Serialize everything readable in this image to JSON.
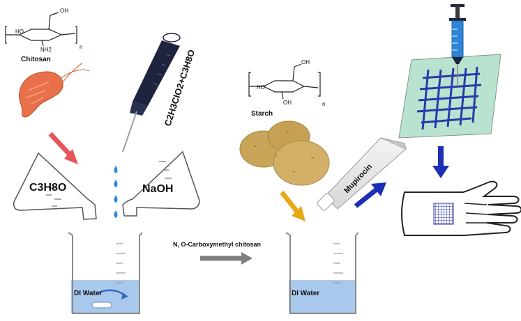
{
  "labels": {
    "chitosan": "Chitosan",
    "starch": "Starch",
    "flask_left": "C3H8O",
    "flask_right": "NaOH",
    "pipette_reagent": "C2H3ClO2+C3H8O",
    "arrow_product": "N, O-Carboxymethyl chitosan",
    "beaker_left": "DI Water",
    "beaker_right": "DI Water",
    "tube": "Mupirocin",
    "chitosan_ring_oh": "OH",
    "chitosan_ring_ho": "HO",
    "chitosan_ring_nh2": "NH2",
    "chitosan_ring_n": "n",
    "starch_ring_oh_top": "OH",
    "starch_ring_ho": "HO",
    "starch_ring_oh_bottom": "OH",
    "starch_ring_n": "n"
  },
  "colors": {
    "red_arrow": "#e8555a",
    "orange_arrow": "#e6a817",
    "blue_arrow": "#1c2fb5",
    "gray_arrow": "#7f7f7f",
    "water": "#a9c9ec",
    "potato": "#c9a55a",
    "shrimp": "#e8704a",
    "pipette": "#1e2340",
    "mesh": "#2b39a8",
    "patch_bg": "#b9e2cf",
    "syringe_blue": "#2f86d8"
  },
  "icons": [
    "shrimp-icon",
    "potato-icon",
    "pipette-icon",
    "syringe-icon",
    "hand-icon",
    "ointment-tube-icon"
  ]
}
